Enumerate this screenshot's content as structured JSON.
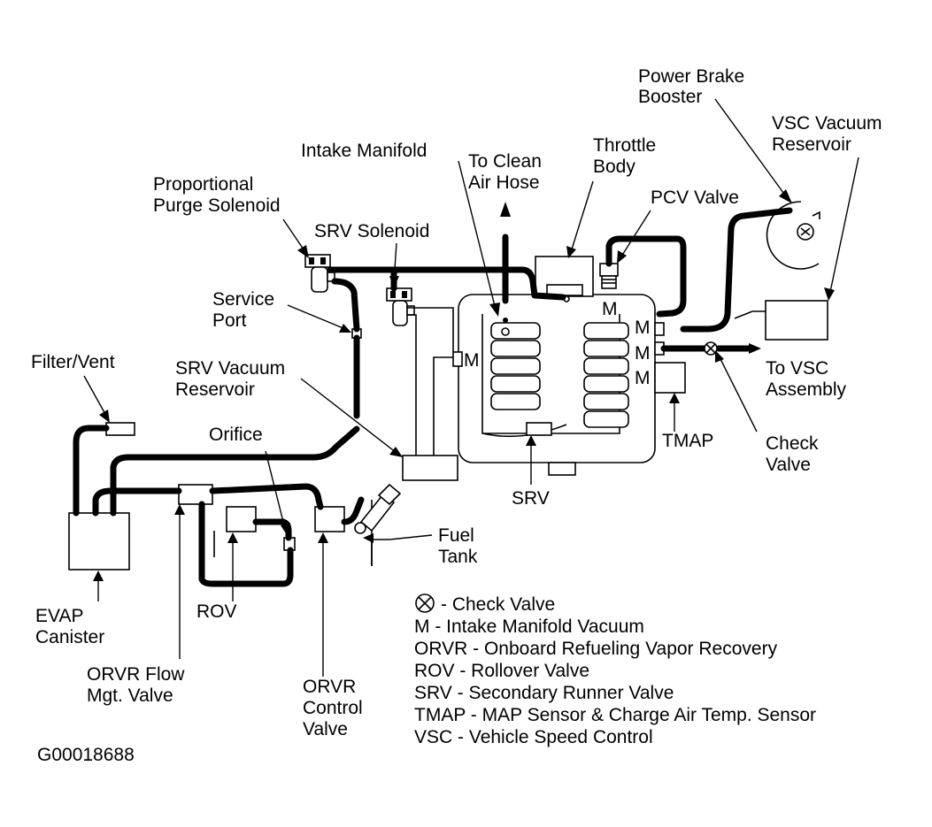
{
  "labels": {
    "power_brake_booster": [
      "Power Brake",
      "Booster"
    ],
    "vsc_vacuum_reservoir": [
      "VSC Vacuum",
      "Reservoir"
    ],
    "intake_manifold": "Intake Manifold",
    "to_clean_air_hose": [
      "To Clean",
      "Air Hose"
    ],
    "throttle_body": [
      "Throttle",
      "Body"
    ],
    "pcv_valve": "PCV Valve",
    "proportional_purge_solenoid": [
      "Proportional",
      "Purge Solenoid"
    ],
    "srv_solenoid": "SRV Solenoid",
    "service_port": [
      "Service",
      "Port"
    ],
    "filter_vent": "Filter/Vent",
    "srv_vacuum_reservoir": [
      "SRV Vacuum",
      "Reservoir"
    ],
    "orifice": "Orifice",
    "to_vsc_assembly": [
      "To VSC",
      "Assembly"
    ],
    "tmap": "TMAP",
    "check_valve": [
      "Check",
      "Valve"
    ],
    "srv": "SRV",
    "fuel_tank": [
      "Fuel",
      "Tank"
    ],
    "evap_canister": [
      "EVAP",
      "Canister"
    ],
    "rov": "ROV",
    "orvr_flow_mgt_valve": [
      "ORVR Flow",
      "Mgt. Valve"
    ],
    "orvr_control_valve": [
      "ORVR",
      "Control",
      "Valve"
    ],
    "m": "M"
  },
  "legend": [
    "- Check Valve",
    "M - Intake Manifold Vacuum",
    "ORVR - Onboard Refueling Vapor Recovery",
    "ROV - Rollover Valve",
    "SRV - Secondary Runner Valve",
    "TMAP - MAP Sensor & Charge Air Temp. Sensor",
    "VSC - Vehicle Speed Control"
  ],
  "figure_id": "G00018688"
}
